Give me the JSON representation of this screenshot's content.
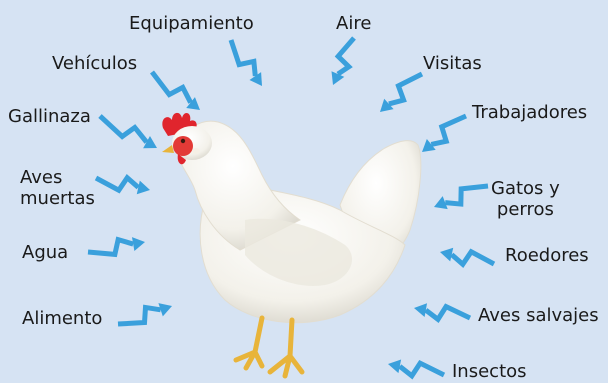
{
  "diagram": {
    "subject": "hen",
    "arrow_color": "#3aa0dc",
    "background_color": "#d6e3f3",
    "sources_left": [
      {
        "id": "equipamiento",
        "label": "Equipamiento"
      },
      {
        "id": "vehiculos",
        "label": "Vehículos"
      },
      {
        "id": "gallinaza",
        "label": "Gallinaza"
      },
      {
        "id": "aves-muertas",
        "label": "Aves\nmuertas"
      },
      {
        "id": "agua",
        "label": "Agua"
      },
      {
        "id": "alimento",
        "label": "Alimento"
      }
    ],
    "sources_right": [
      {
        "id": "aire",
        "label": "Aire"
      },
      {
        "id": "visitas",
        "label": "Visitas"
      },
      {
        "id": "trabajadores",
        "label": "Trabajadores"
      },
      {
        "id": "gatos-perros",
        "label": "Gatos y\nperros"
      },
      {
        "id": "roedores",
        "label": "Roedores"
      },
      {
        "id": "aves-salvajes",
        "label": "Aves salvajes"
      },
      {
        "id": "insectos",
        "label": "Insectos"
      }
    ]
  }
}
